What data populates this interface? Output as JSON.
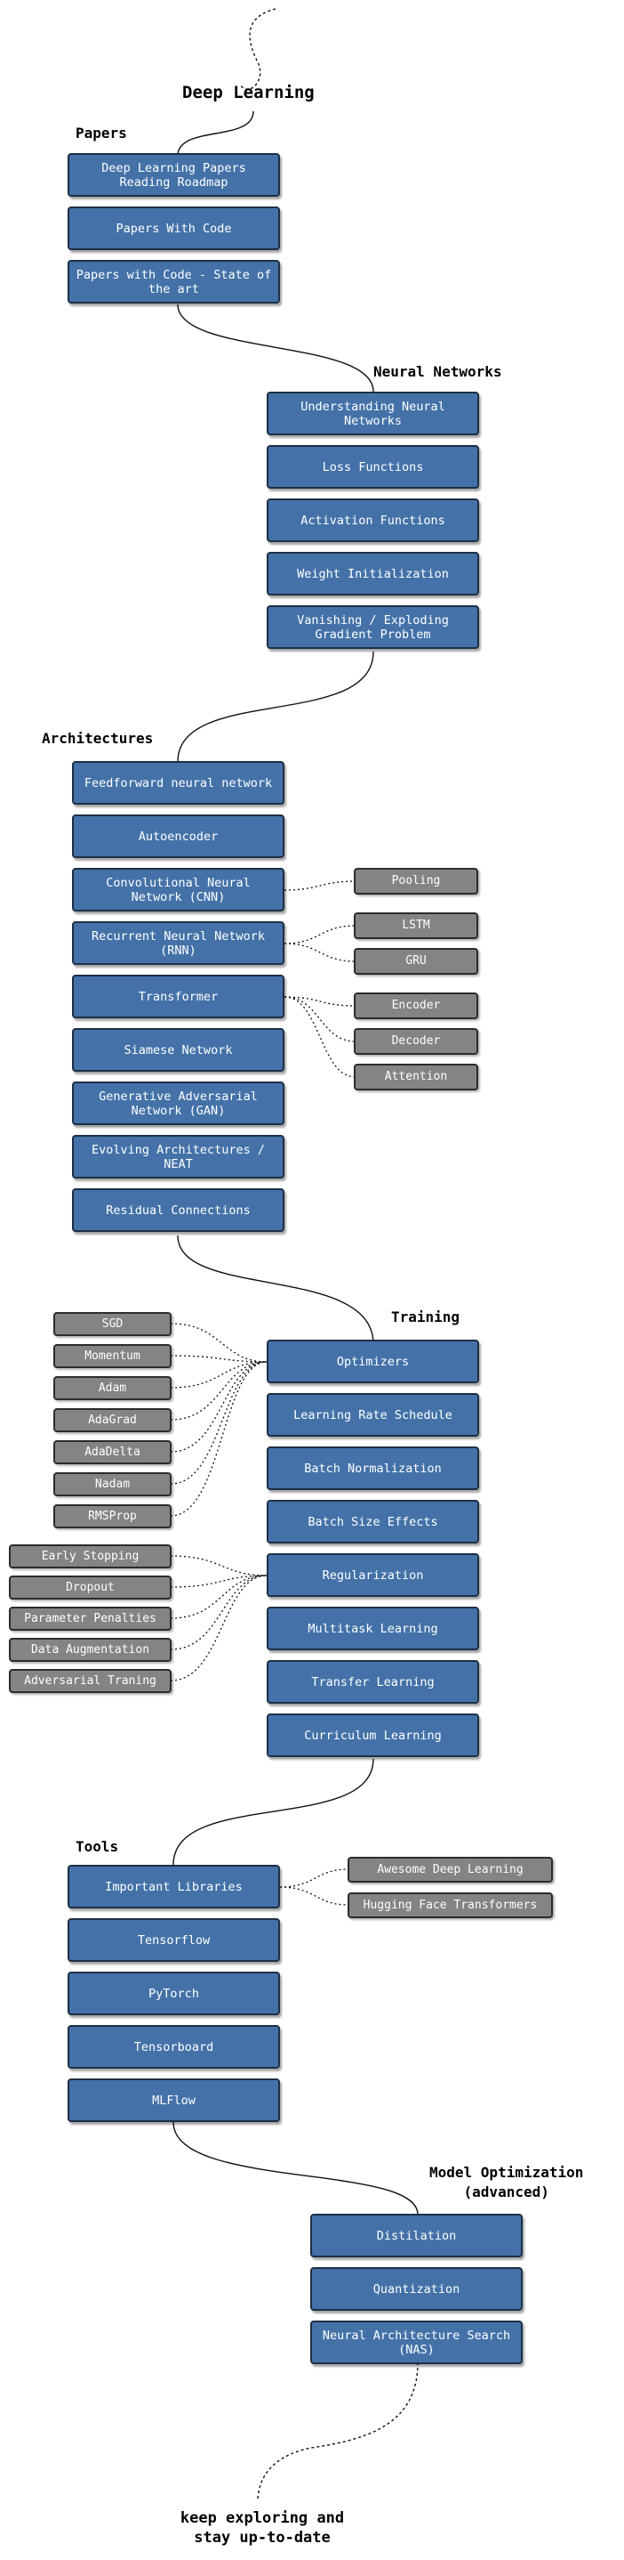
{
  "headings": {
    "deep_learning": "Deep Learning",
    "papers": "Papers",
    "neural_networks": "Neural Networks",
    "architectures": "Architectures",
    "training": "Training",
    "tools": "Tools",
    "model_optimization": "Model Optimization\n(advanced)",
    "end": "keep exploring and\nstay up-to-date"
  },
  "papers": [
    "Deep Learning Papers Reading Roadmap",
    "Papers With Code",
    "Papers with Code - State of the art"
  ],
  "neural_networks": [
    "Understanding Neural Networks",
    "Loss Functions",
    "Activation Functions",
    "Weight Initialization",
    "Vanishing / Exploding Gradient Problem"
  ],
  "architectures": [
    "Feedforward neural network",
    "Autoencoder",
    "Convolutional Neural Network (CNN)",
    "Recurrent Neural Network (RNN)",
    "Transformer",
    "Siamese Network",
    "Generative Adversarial Network (GAN)",
    "Evolving Architectures / NEAT",
    "Residual Connections"
  ],
  "architecture_sub": {
    "cnn": [
      "Pooling"
    ],
    "rnn": [
      "LSTM",
      "GRU"
    ],
    "transformer": [
      "Encoder",
      "Decoder",
      "Attention"
    ]
  },
  "training": [
    "Optimizers",
    "Learning Rate Schedule",
    "Batch Normalization",
    "Batch Size Effects",
    "Regularization",
    "Multitask Learning",
    "Transfer Learning",
    "Curriculum Learning"
  ],
  "optimizers": [
    "SGD",
    "Momentum",
    "Adam",
    "AdaGrad",
    "AdaDelta",
    "Nadam",
    "RMSProp"
  ],
  "regularization": [
    "Early Stopping",
    "Dropout",
    "Parameter Penalties",
    "Data Augmentation",
    "Adversarial Traning"
  ],
  "tools": [
    "Important Libraries",
    "Tensorflow",
    "PyTorch",
    "Tensorboard",
    "MLFlow"
  ],
  "libraries": [
    "Awesome Deep Learning",
    "Hugging Face Transformers"
  ],
  "model_optimization": [
    "Distilation",
    "Quantization",
    "Neural Architecture Search (NAS)"
  ],
  "colors": {
    "topic": "#4472a8",
    "subtopic": "#848484",
    "border": "#1d2f45",
    "line": "#000000"
  }
}
